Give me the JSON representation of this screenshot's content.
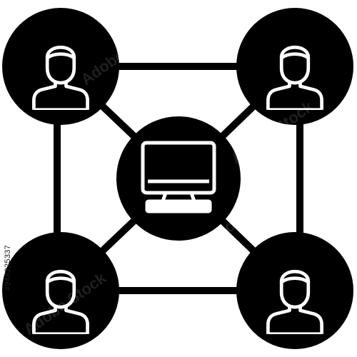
{
  "icon": {
    "name": "computer-network-users-icon",
    "color": "#000000",
    "background": "#ffffff",
    "nodes": [
      {
        "name": "user-node-top-left",
        "icon": "user-icon"
      },
      {
        "name": "user-node-top-right",
        "icon": "user-icon"
      },
      {
        "name": "user-node-bottom-left",
        "icon": "user-icon"
      },
      {
        "name": "user-node-bottom-right",
        "icon": "user-icon"
      },
      {
        "name": "computer-node-center",
        "icon": "desktop-computer-icon"
      }
    ]
  },
  "watermark": {
    "text": "Adobe Stock",
    "color": "#ffffff"
  },
  "stock_id": "#948225337"
}
